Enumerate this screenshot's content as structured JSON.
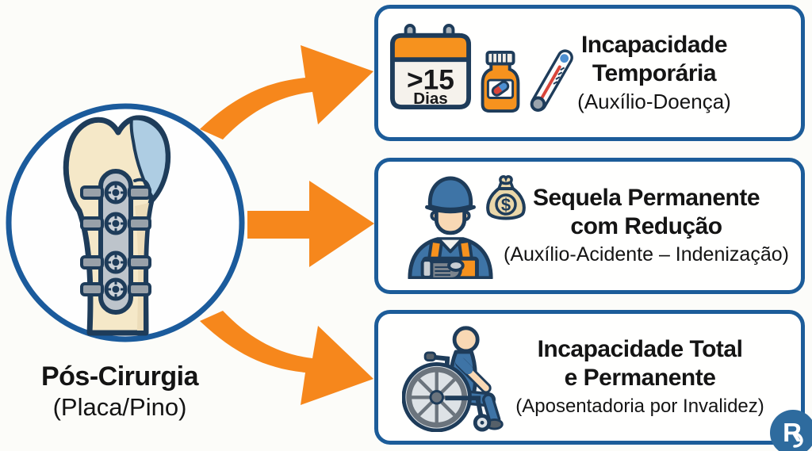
{
  "colors": {
    "accent_orange": "#F6871C",
    "card_border_blue": "#1C5C99",
    "circle_border_blue": "#1B5B9C",
    "icon_outline_navy": "#1E3C5A",
    "background": "#FCFCF9",
    "text": "#141414",
    "logo_blue": "#2E6B9E"
  },
  "source": {
    "title": "Pós-Cirurgia",
    "subtitle": "(Placa/Pino)",
    "icon": "bone-plate-pin-icon"
  },
  "outcomes": [
    {
      "title_line1": "Incapacidade",
      "title_line2": "Temporária",
      "subtitle": "(Auxílio-Doença)",
      "icons": [
        "calendar-icon",
        "pill-bottle-icon",
        "thermometer-icon"
      ],
      "calendar_value": ">15",
      "calendar_unit": "Dias"
    },
    {
      "title_line1": "Sequela Permanente",
      "title_line2": "com Redução",
      "subtitle": "(Auxílio-Acidente – Indenização)",
      "icons": [
        "injured-worker-icon",
        "money-bag-icon"
      ],
      "money_bag_symbol": "$"
    },
    {
      "title_line1": "Incapacidade Total",
      "title_line2": "e Permanente",
      "subtitle": "(Aposentadoria por Invalidez)",
      "icons": [
        "wheelchair-user-icon"
      ]
    }
  ],
  "logo": {
    "monogram": "R"
  }
}
